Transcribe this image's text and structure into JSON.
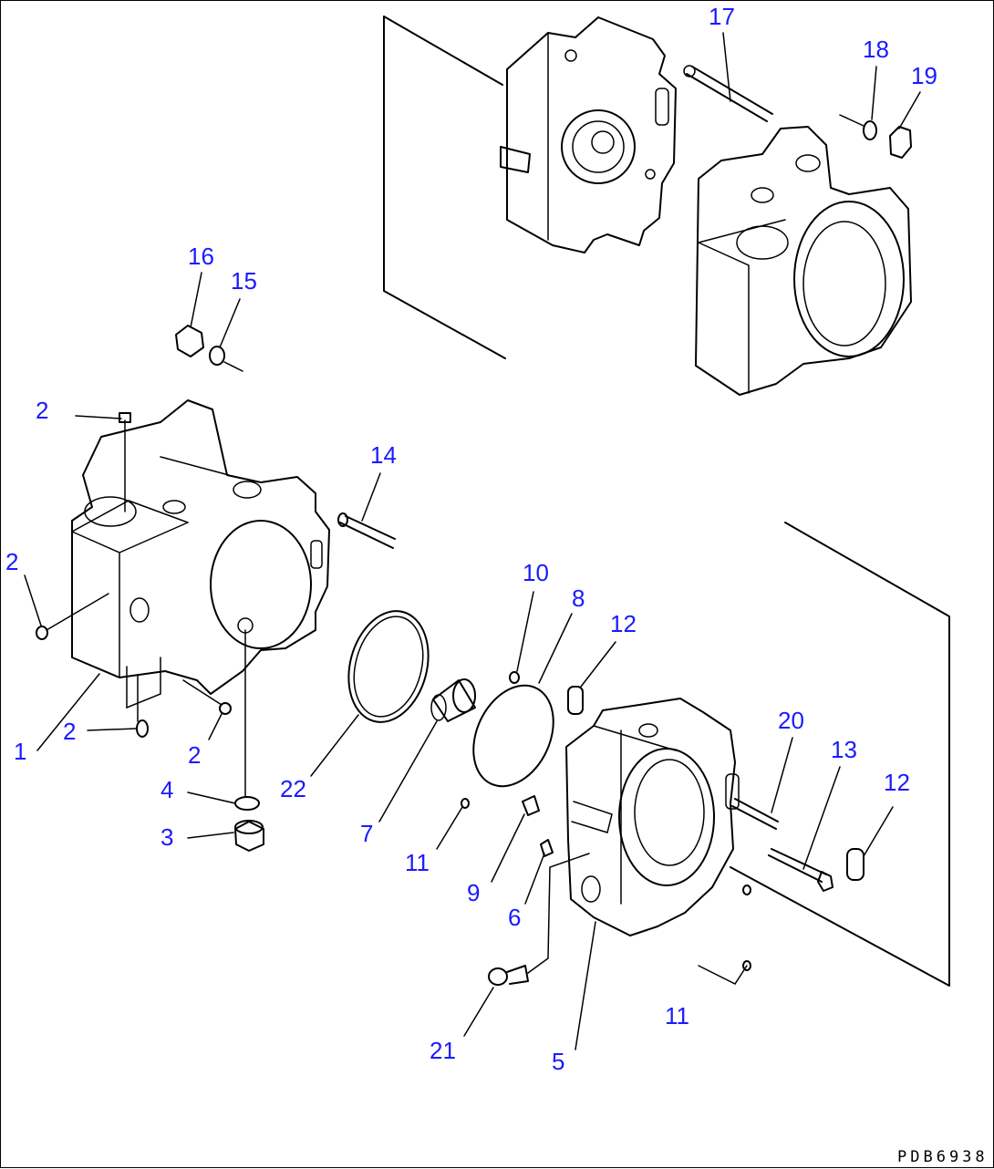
{
  "drawing_code": "PDB6938",
  "labels": [
    {
      "id": "1",
      "text": "1"
    },
    {
      "id": "2a",
      "text": "2"
    },
    {
      "id": "2b",
      "text": "2"
    },
    {
      "id": "2c",
      "text": "2"
    },
    {
      "id": "2d",
      "text": "2"
    },
    {
      "id": "3",
      "text": "3"
    },
    {
      "id": "4",
      "text": "4"
    },
    {
      "id": "5",
      "text": "5"
    },
    {
      "id": "6",
      "text": "6"
    },
    {
      "id": "7",
      "text": "7"
    },
    {
      "id": "8",
      "text": "8"
    },
    {
      "id": "9",
      "text": "9"
    },
    {
      "id": "10",
      "text": "10"
    },
    {
      "id": "11a",
      "text": "11"
    },
    {
      "id": "11b",
      "text": "11"
    },
    {
      "id": "12a",
      "text": "12"
    },
    {
      "id": "12b",
      "text": "12"
    },
    {
      "id": "13",
      "text": "13"
    },
    {
      "id": "14",
      "text": "14"
    },
    {
      "id": "15",
      "text": "15"
    },
    {
      "id": "16",
      "text": "16"
    },
    {
      "id": "17",
      "text": "17"
    },
    {
      "id": "18",
      "text": "18"
    },
    {
      "id": "19",
      "text": "19"
    },
    {
      "id": "20",
      "text": "20"
    },
    {
      "id": "21",
      "text": "21"
    },
    {
      "id": "22",
      "text": "22"
    }
  ]
}
